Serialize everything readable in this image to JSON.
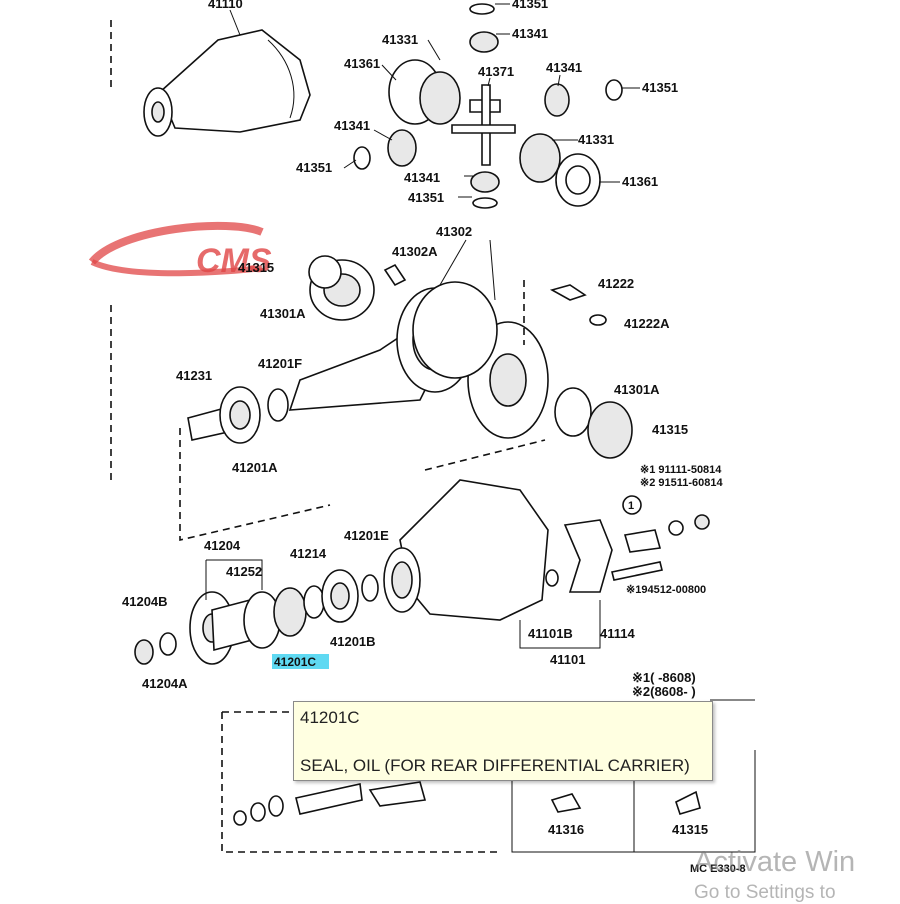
{
  "diagram": {
    "labels": {
      "l41110": "41110",
      "l41351_top": "41351",
      "l41331_a": "41331",
      "l41341_a": "41341",
      "l41361_a": "41361",
      "l41371": "41371",
      "l41341_b": "41341",
      "l41351_b": "41351",
      "l41341_c": "41341",
      "l41331_b": "41331",
      "l41351_c": "41351",
      "l41341_d": "41341",
      "l41361_b": "41361",
      "l41351_d": "41351",
      "l41302": "41302",
      "l41302A": "41302A",
      "l41315_a": "41315",
      "l41222": "41222",
      "l41301A_a": "41301A",
      "l41222A": "41222A",
      "l41231": "41231",
      "l41201F": "41201F",
      "l41301A_b": "41301A",
      "l41315_b": "41315",
      "l41201A": "41201A",
      "l_note1": "※1 91111-50814",
      "l_note2": "※2 91511-60814",
      "l41204": "41204",
      "l41201E": "41201E",
      "l41214": "41214",
      "l41252": "41252",
      "l41204B": "41204B",
      "l_note3": "※194512-00800",
      "l41201B": "41201B",
      "l41101B": "41101B",
      "l41114": "41114",
      "l41201C": "41201C",
      "l41204A": "41204A",
      "l41101": "41101",
      "l_range1": "※1(      -8608)",
      "l_range2": "※2(8608-      )",
      "l41316": "41316",
      "l41315_c": "41315",
      "l_code": "MC E330-8",
      "l_circle1": "1"
    },
    "logo_text": "CMS",
    "highlight_color": "#5fd9f2",
    "logo_color": "#e04646"
  },
  "tooltip": {
    "part_code": "41201C",
    "description": "SEAL, OIL (FOR REAR DIFFERENTIAL CARRIER)"
  },
  "watermark": {
    "line1": "Activate Win",
    "line2": "Go to Settings to"
  }
}
